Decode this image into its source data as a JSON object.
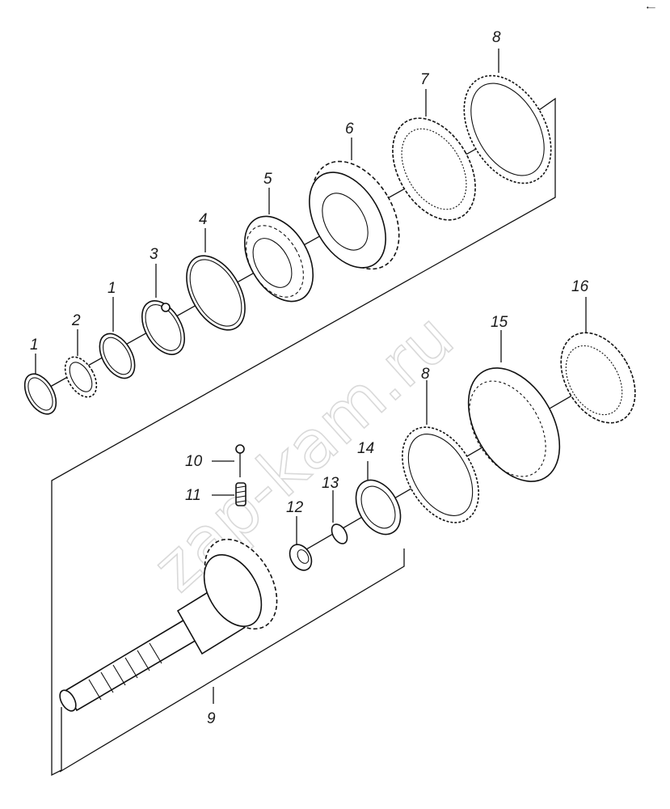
{
  "diagram": {
    "watermark": "zap-kam.ru",
    "corner_mark": "•—",
    "labels": {
      "p1a": "1",
      "p2": "2",
      "p1b": "1",
      "p3": "3",
      "p4": "4",
      "p5": "5",
      "p6": "6",
      "p7": "7",
      "p8a": "8",
      "p16": "16",
      "p15": "15",
      "p8b": "8",
      "p14": "14",
      "p13": "13",
      "p12": "12",
      "p11": "11",
      "p10": "10",
      "p9": "9"
    }
  }
}
